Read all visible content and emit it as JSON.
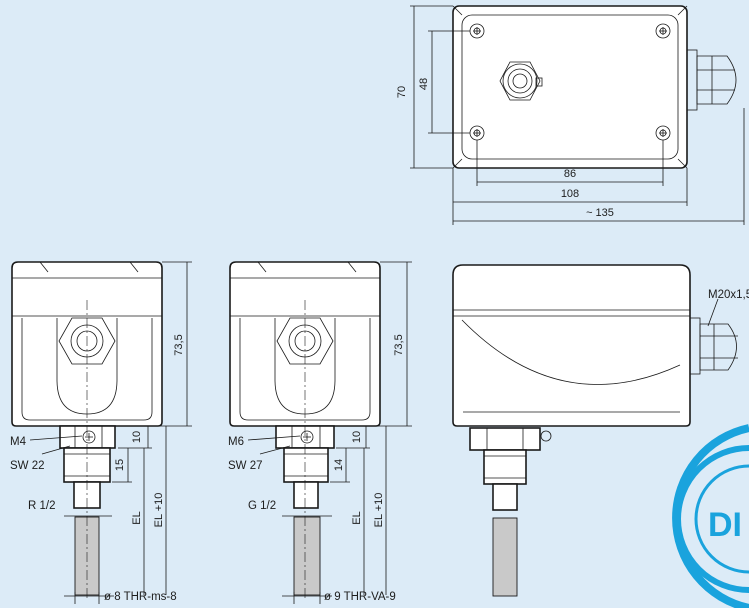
{
  "top_view": {
    "dims": {
      "height_outer": "70",
      "height_inner": "48",
      "width_holes": "86",
      "width_body": "108",
      "width_total": "~ 135"
    }
  },
  "front_view_left": {
    "dims": {
      "height": "73,5",
      "d10": "10",
      "d15": "15",
      "el": "EL",
      "el10": "EL +10"
    },
    "labels": {
      "screw": "M4",
      "wrench": "SW 22",
      "thread": "R 1/2",
      "rod": "ø 8  THR-ms-8"
    }
  },
  "front_view_middle": {
    "dims": {
      "height": "73,5",
      "d10": "10",
      "d14": "14",
      "el": "EL",
      "el10": "EL +10"
    },
    "labels": {
      "screw": "M6",
      "wrench": "SW 27",
      "thread": "G 1/2",
      "rod": "ø 9  THR-VA-9"
    }
  },
  "side_view": {
    "labels": {
      "gland": "M20x1,5"
    }
  },
  "logo": {
    "text": "DI",
    "color": "#1aa3dd"
  },
  "colors": {
    "background": "#dcebf7",
    "line": "#1a1a1a",
    "rod": "#c9c9c9"
  }
}
